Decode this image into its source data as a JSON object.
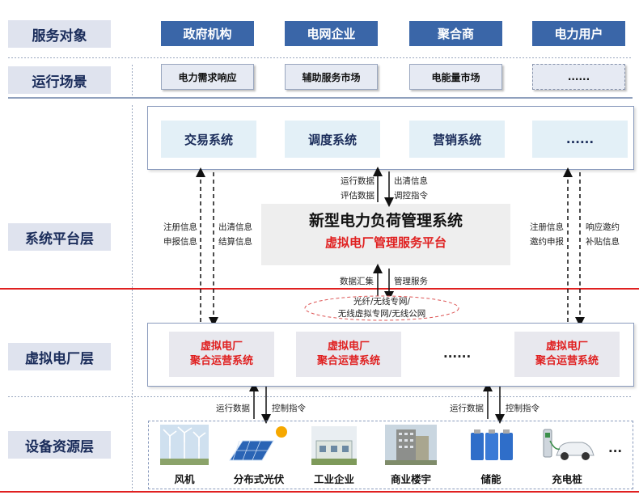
{
  "rows": {
    "service_objects": "服务对象",
    "scenarios": "运行场景",
    "platform_layer": "系统平台层",
    "vpp_layer": "虚拟电厂层",
    "device_layer": "设备资源层"
  },
  "service_objects": [
    "政府机构",
    "电网企业",
    "聚合商",
    "电力用户"
  ],
  "scenarios": [
    "电力需求响应",
    "辅助服务市场",
    "电能量市场",
    "......"
  ],
  "systems": [
    "交易系统",
    "调度系统",
    "营销系统",
    "......"
  ],
  "platform": {
    "title": "新型电力负荷管理系统",
    "subtitle": "虚拟电厂管理服务平台"
  },
  "flows": {
    "top_up": "运行数据\n评估数据",
    "top_down": "出清信息\n调控指令",
    "left_up": "注册信息\n申报信息",
    "left_down": "出清信息\n结算信息",
    "right_up": "注册信息\n邀约申报",
    "right_down": "响应邀约\n补贴信息",
    "bottom_up": "数据汇集",
    "bottom_down": "管理服务",
    "network": "光纤/无线专网/\n无线虚拟专网/无线公网",
    "dev_up_left": "运行数据",
    "dev_down_left": "控制指令",
    "dev_up_right": "运行数据",
    "dev_down_right": "控制指令"
  },
  "vpp_systems": [
    "虚拟电厂\n聚合运营系统",
    "虚拟电厂\n聚合运营系统",
    "虚拟电厂\n聚合运营系统"
  ],
  "vpp_ellipsis": "......",
  "devices": [
    "风机",
    "分布式光伏",
    "工业企业",
    "商业楼宇",
    "储能",
    "充电桩"
  ],
  "device_ellipsis": "...",
  "colors": {
    "accent_blue": "#3a66a8",
    "red_line": "#e02020",
    "text_red": "#e02020"
  }
}
